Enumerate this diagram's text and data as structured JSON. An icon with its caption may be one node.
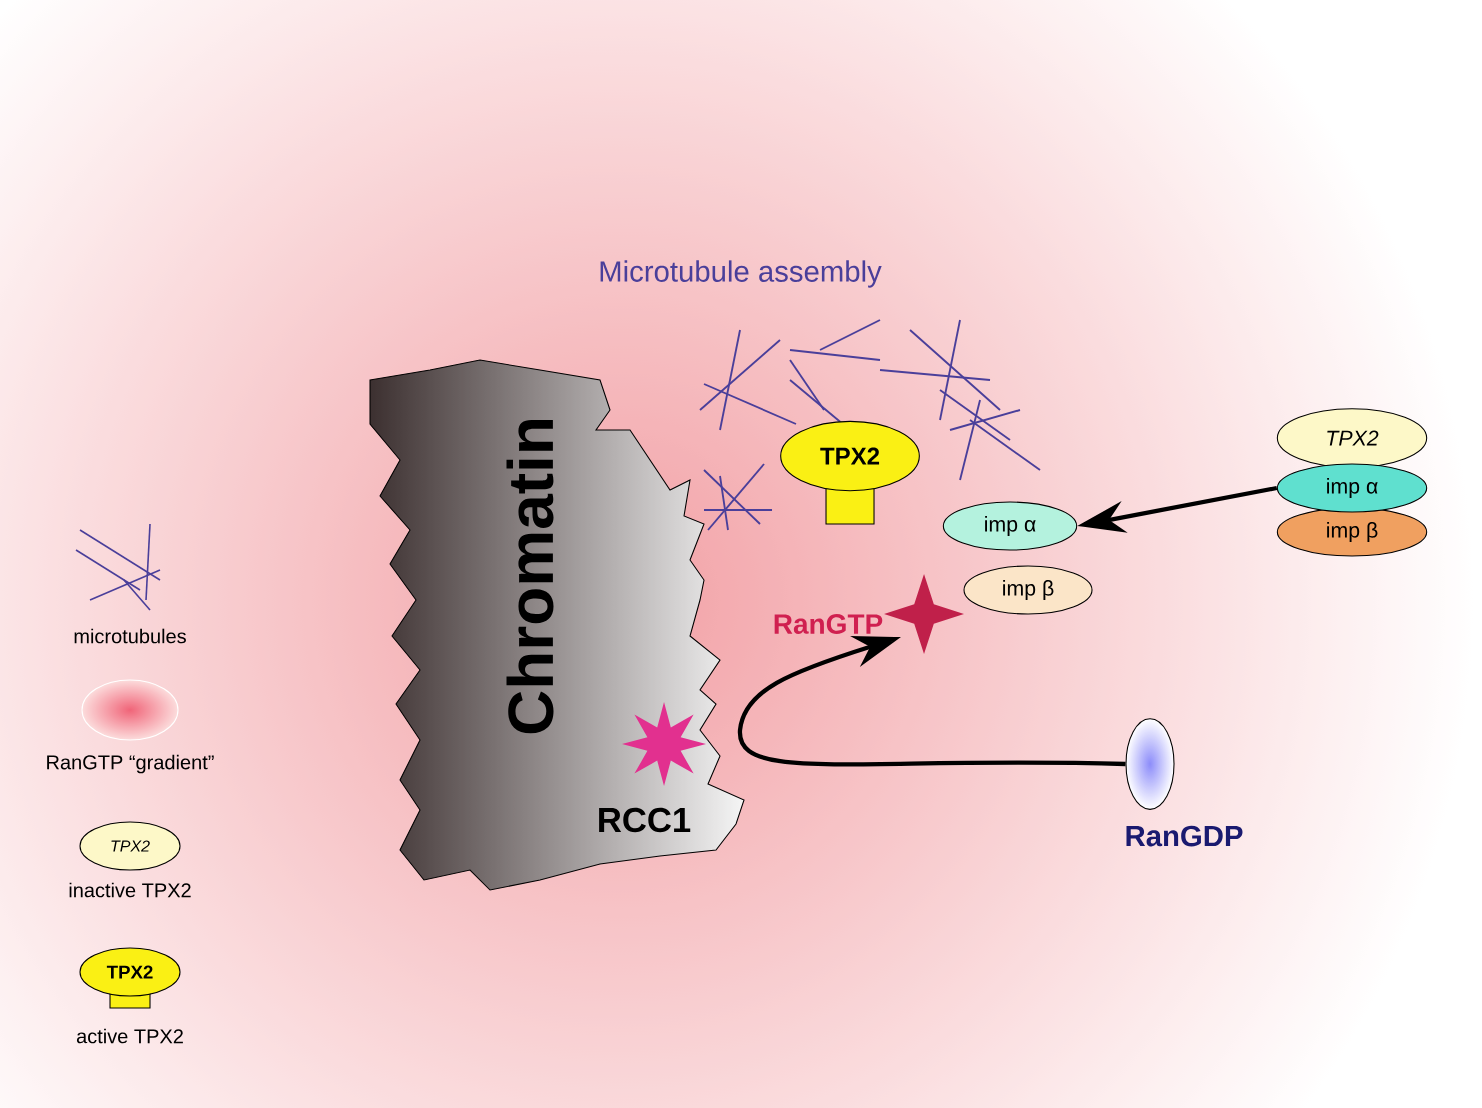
{
  "diagram": {
    "nodes": [
      {
        "text": [
          "Chromatin"
        ]
      },
      {
        "text": [
          "TPX2"
        ]
      },
      {
        "text": [
          "imp α"
        ]
      },
      {
        "text": [
          "imp β"
        ]
      },
      {
        "text": [
          "TPX2"
        ]
      },
      {
        "text": [
          "imp α"
        ]
      },
      {
        "text": [
          "imp β"
        ]
      },
      {
        "text": [],
        "shape": "star",
        "beside": [
          "RanGTP"
        ]
      },
      {
        "text": [],
        "shape": "star",
        "beside": [
          "RCC1"
        ],
        "in": 0
      },
      {
        "text": [],
        "shape": "ellipse",
        "beside": [
          "RanGDP"
        ]
      }
    ],
    "edges": [
      {
        "from": 5,
        "to": 2,
        "arrow": "to"
      },
      {
        "from": 9,
        "to": 7,
        "arrow": "to"
      }
    ],
    "labels": [
      "Microtubule assembly",
      "TPX2",
      "TPX2"
    ],
    "legend": [
      {
        "text": "microtubules"
      },
      {
        "text": "RanGTP “gradient”"
      },
      {
        "text": "inactive TPX2"
      },
      {
        "text": "active TPX2"
      }
    ]
  }
}
